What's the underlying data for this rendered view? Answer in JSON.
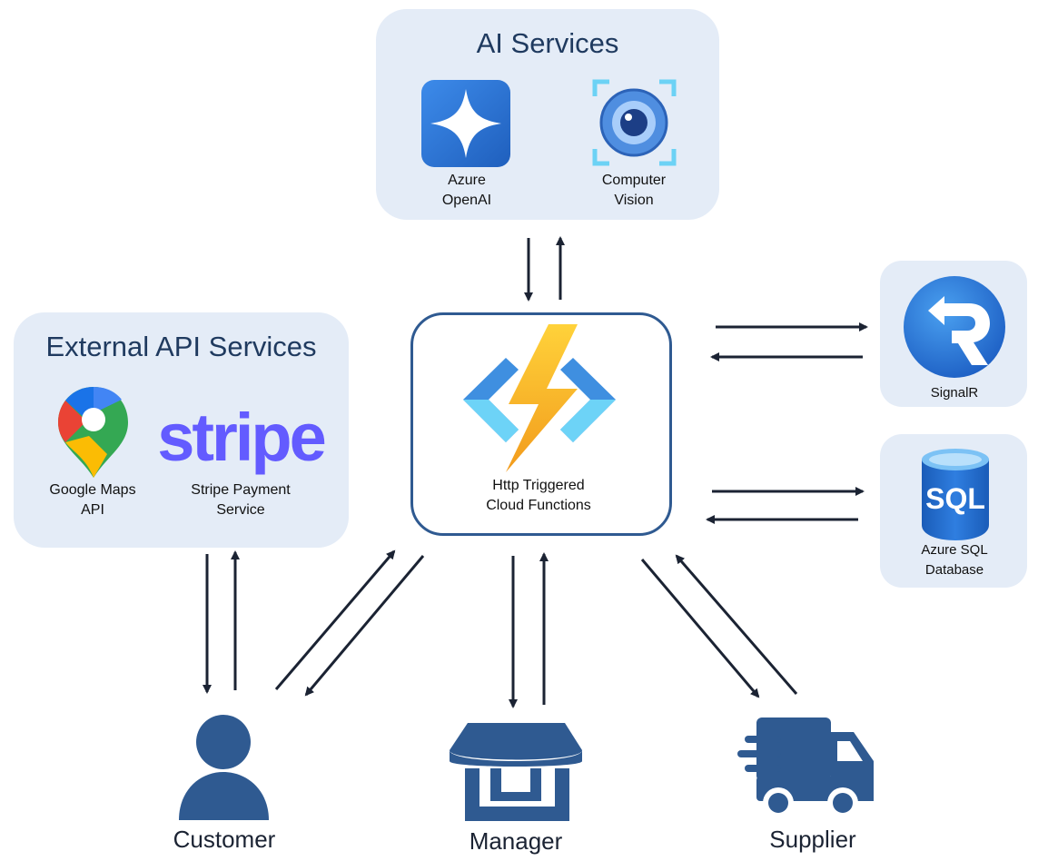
{
  "ai_services": {
    "title": "AI Services",
    "azure_openai": {
      "line1": "Azure",
      "line2": "OpenAI"
    },
    "computer_vision": {
      "line1": "Computer",
      "line2": "Vision"
    }
  },
  "external_api": {
    "title": "External API Services",
    "google_maps": {
      "line1": "Google Maps",
      "line2": "API"
    },
    "stripe": {
      "logo": "stripe",
      "line1": "Stripe Payment",
      "line2": "Service"
    }
  },
  "functions": {
    "line1": "Http Triggered",
    "line2": "Cloud Functions"
  },
  "signalr": {
    "label": "SignalR"
  },
  "sql": {
    "badge": "SQL",
    "line1": "Azure SQL",
    "line2": "Database"
  },
  "actors": {
    "customer": "Customer",
    "manager": "Manager",
    "supplier": "Supplier"
  },
  "colors": {
    "group_bg": "#e4ecf7",
    "arrow": "#1b2333",
    "icon_blue": "#2f5a91",
    "stripe_purple": "#635bff"
  },
  "icons": [
    "azure-openai-icon",
    "computer-vision-icon",
    "google-maps-icon",
    "stripe-logo",
    "azure-functions-icon",
    "signalr-icon",
    "azure-sql-icon",
    "customer-icon",
    "manager-store-icon",
    "supplier-truck-icon"
  ]
}
